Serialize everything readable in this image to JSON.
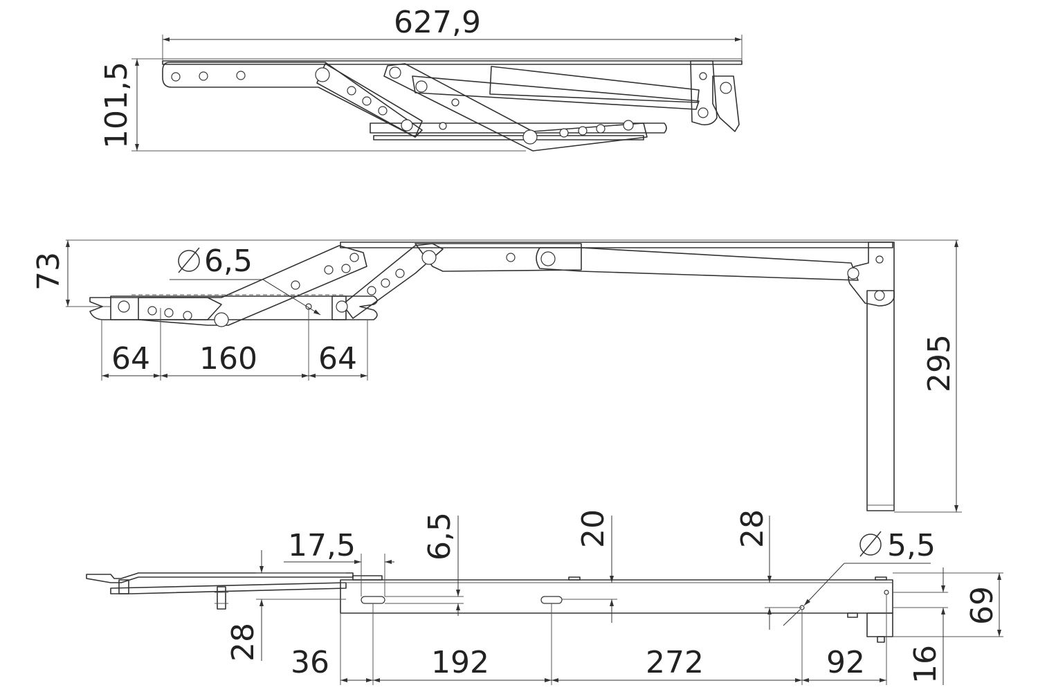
{
  "dimensions": {
    "overall_length": "627,9",
    "folded_height": "101,5",
    "arm_offset": "73",
    "hole_dia_1": "6,5",
    "span_left": "64",
    "span_mid": "160",
    "span_right": "64",
    "leg_height": "295",
    "slot_width": "17,5",
    "slot_height": "6,5",
    "slot2_height": "20",
    "hole_offset": "28",
    "hole_dia_2": "5,5",
    "side_height": "69",
    "left_offset": "28",
    "start_offset": "36",
    "seg_1": "192",
    "seg_2": "272",
    "seg_3": "92",
    "end_offset": "16"
  }
}
